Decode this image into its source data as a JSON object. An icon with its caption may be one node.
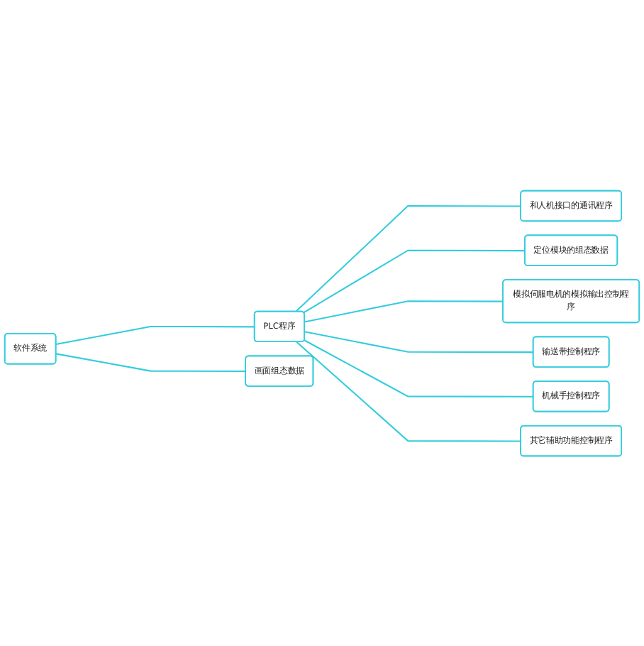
{
  "diagram": {
    "nodes": [
      {
        "text": [
          "软件系统"
        ]
      },
      {
        "text": [
          "PLC程序"
        ]
      },
      {
        "text": [
          "画面组态数据"
        ]
      },
      {
        "text": [
          "和人机接口的通讯程序"
        ]
      },
      {
        "text": [
          "定位模块的组态数据"
        ]
      },
      {
        "text": [
          "模拟伺服电机的模拟输出控制程序"
        ]
      },
      {
        "text": [
          "输送带控制程序"
        ]
      },
      {
        "text": [
          "机械手控制程序"
        ]
      },
      {
        "text": [
          "其它辅助功能控制程序"
        ]
      }
    ],
    "edges": [
      {
        "from": 0,
        "to": 1,
        "arrow": "none"
      },
      {
        "from": 0,
        "to": 2,
        "arrow": "none"
      },
      {
        "from": 1,
        "to": 3,
        "arrow": "none"
      },
      {
        "from": 1,
        "to": 4,
        "arrow": "none"
      },
      {
        "from": 1,
        "to": 5,
        "arrow": "none"
      },
      {
        "from": 1,
        "to": 6,
        "arrow": "none"
      },
      {
        "from": 1,
        "to": 7,
        "arrow": "none"
      },
      {
        "from": 1,
        "to": 8,
        "arrow": "none"
      }
    ]
  }
}
